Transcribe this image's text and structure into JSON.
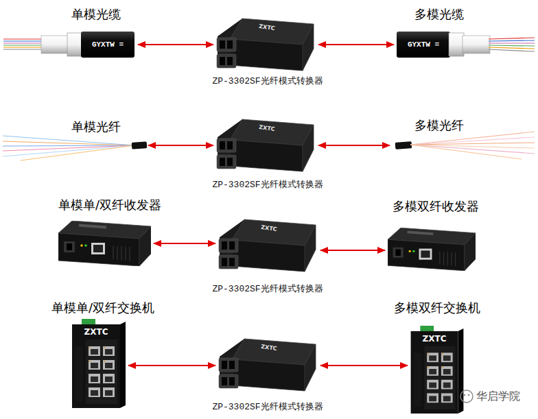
{
  "diagram": {
    "nodes": [
      {
        "text": [
          "单模光缆"
        ]
      },
      {
        "text": [
          "ZP-3302SF光纤模式转换器"
        ]
      },
      {
        "text": [
          "多模光缆"
        ]
      },
      {
        "text": [
          "单模光纤"
        ]
      },
      {
        "text": [
          "ZP-3302SF光纤模式转换器"
        ]
      },
      {
        "text": [
          "多模光纤"
        ]
      },
      {
        "text": [
          "单模单/双纤收发器"
        ]
      },
      {
        "text": [
          "ZP-3302SF光纤模式转换器"
        ]
      },
      {
        "text": [
          "多模双纤收发器"
        ]
      },
      {
        "text": [
          "单模单/双纤交换机"
        ]
      },
      {
        "text": [
          "ZP-3302SF光纤模式转换器"
        ]
      },
      {
        "text": [
          "多模双纤交换机"
        ]
      }
    ],
    "edges": [
      {
        "from": 0,
        "to": 1,
        "arrow": "both"
      },
      {
        "from": 1,
        "to": 2,
        "arrow": "both"
      },
      {
        "from": 3,
        "to": 4,
        "arrow": "both"
      },
      {
        "from": 4,
        "to": 5,
        "arrow": "both"
      },
      {
        "from": 6,
        "to": 7,
        "arrow": "both"
      },
      {
        "from": 7,
        "to": 8,
        "arrow": "both"
      },
      {
        "from": 9,
        "to": 10,
        "arrow": "both"
      },
      {
        "from": 10,
        "to": 11,
        "arrow": "both"
      }
    ],
    "labels": [
      "GYXTW =",
      "ZXTC",
      "GYXTW =",
      "ZXTC",
      "ZXTC",
      "ZXTC",
      "ZXTC",
      "ZXTC",
      "华启学院"
    ]
  }
}
